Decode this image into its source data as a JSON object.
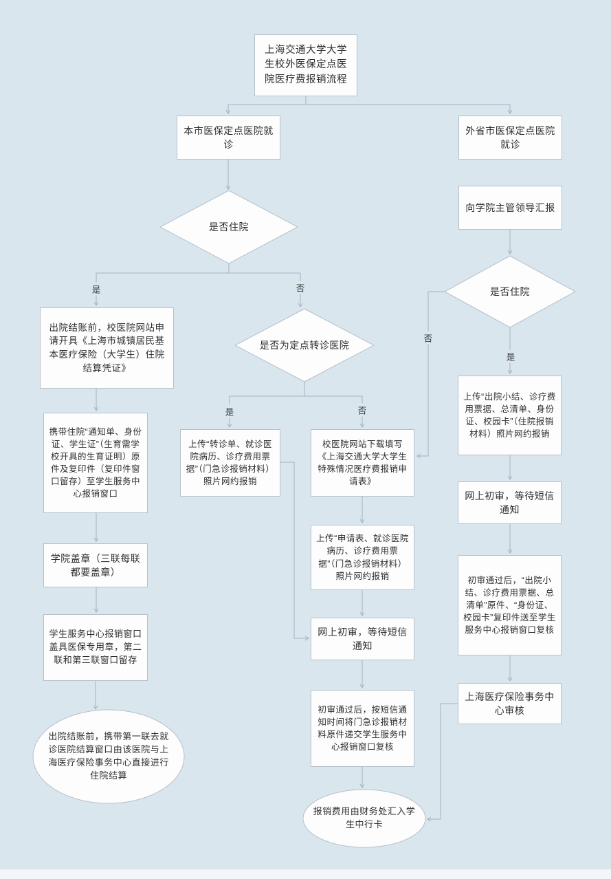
{
  "page": {
    "background_color": "#dae6ed",
    "node_fill_color": "#fdfdfe",
    "node_border_color": "#b5c0ca",
    "connector_color": "#a3b2bf",
    "text_color": "#2e2e2e"
  },
  "labels": {
    "yes": "是",
    "no": "否"
  },
  "nodes": {
    "title": "上海交通大学大学生校外医保定点医院医疗费报销流程",
    "local_hospital": "本市医保定点医院就诊",
    "outer_hospital": "外省市医保定点医院就诊",
    "report_leader": "向学院主管领导汇报",
    "decision_hospitalized_left": "是否住院",
    "decision_referral": "是否为定点转诊医院",
    "decision_hospitalized_right": "是否住院",
    "apply_voucher": "出院结账前，校医院网站申请开具《上海市城镇居民基本医疗保险（大学生）住院结算凭证》",
    "bring_materials": "携带住院“通知单、身份证、学生证”（生育需学校开具的生育证明）原件及复印件（复印件窗口留存）至学生服务中心报销窗口",
    "college_stamp": "学院盖章（三联每联都要盖章）",
    "window_stamp": "学生服务中心报销窗口盖具医保专用章，第二联和第三联窗口留存",
    "hospital_settle": "出院结账前，携带第一联去就诊医院结算窗口由该医院与上海医疗保险事务中心直接进行住院结算",
    "upload_referral": "上传“转诊单、就诊医院病历、诊疗费用票据”（门急诊报销材料）照片网约报销",
    "download_form": "校医院网站下载填写《上海交通大学大学生特殊情况医疗费报销申请表》",
    "upload_form": "上传“申请表、就诊医院病历、诊疗费用票据”（门急诊报销材料）照片网约报销",
    "online_review_mid": "网上初审，等待短信通知",
    "submit_mid": "初审通过后，按短信通知时间将门急诊报销材料原件递交学生服务中心报销窗口复核",
    "pay_card": "报销费用由财务处汇入学生中行卡",
    "upload_hospitalization": "上传“出院小结、诊疗费用票据、总清单、身份证、校园卡”（住院报销材料）照片网约报销",
    "online_review_right": "网上初审，等待短信通知",
    "submit_right": "初审通过后，“出院小结、诊疗费用票据、总清单”原件、“身份证、校园卡”复印件送至学生服务中心报销窗口复核",
    "insurance_review": "上海医疗保险事务中心审核"
  }
}
